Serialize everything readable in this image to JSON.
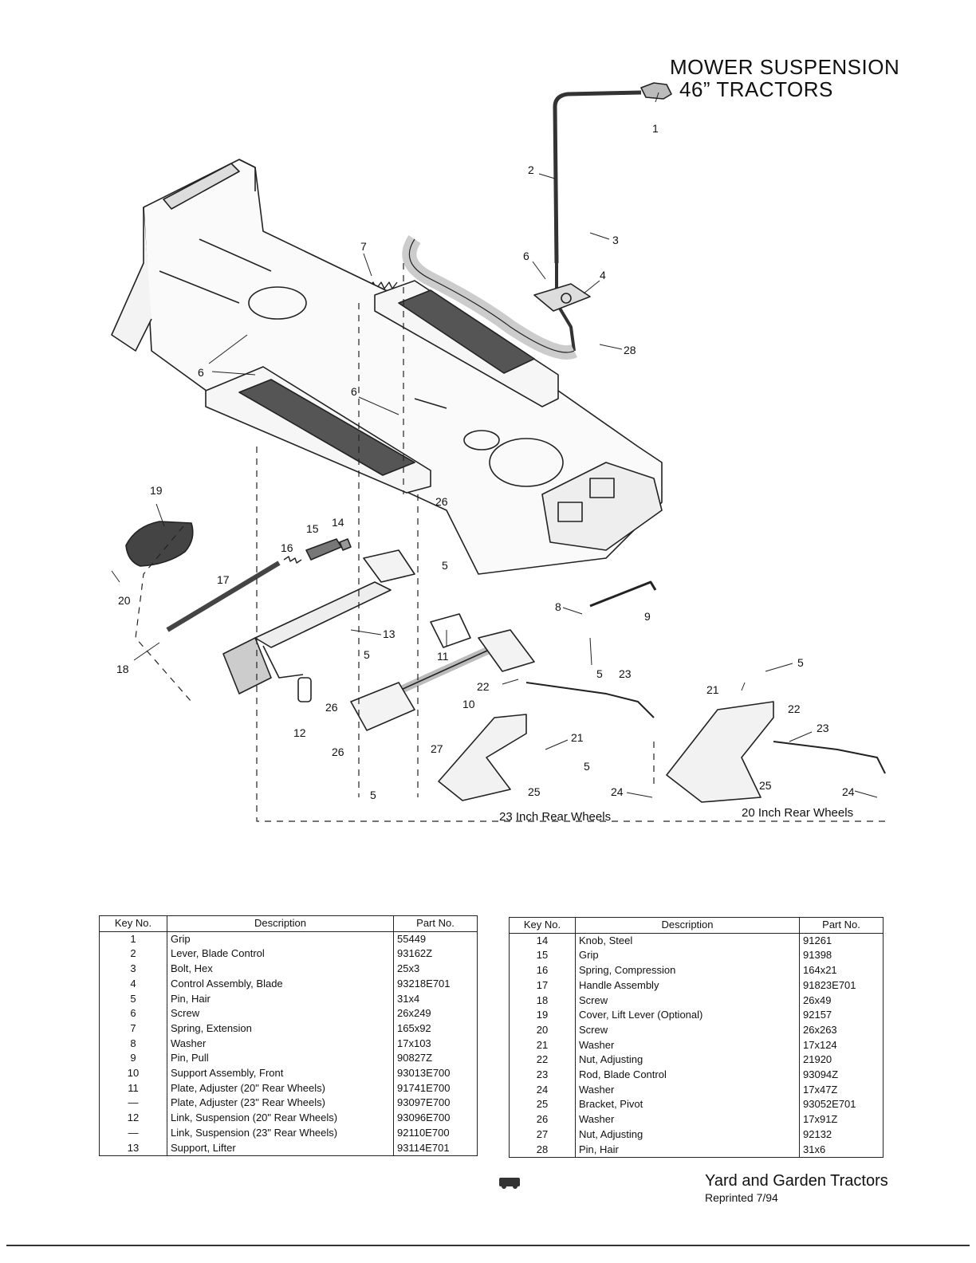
{
  "title": {
    "line1": "MOWER SUSPENSION",
    "line2": "46” TRACTORS"
  },
  "diagram": {
    "callouts": [
      "1",
      "2",
      "3",
      "4",
      "6",
      "28",
      "7",
      "6",
      "6",
      "19",
      "15",
      "14",
      "16",
      "17",
      "20",
      "18",
      "13",
      "26",
      "5",
      "11",
      "8",
      "9",
      "5",
      "5",
      "26",
      "12",
      "22",
      "23",
      "10",
      "27",
      "26",
      "5",
      "21",
      "5",
      "25",
      "24",
      "21",
      "22",
      "23",
      "25",
      "24",
      "5"
    ],
    "wheel_labels": {
      "rear23": "23 Inch Rear Wheels",
      "rear20": "20 Inch Rear Wheels"
    }
  },
  "parts_table_headers": {
    "key": "Key No.",
    "description": "Description",
    "part": "Part No."
  },
  "parts_left": [
    {
      "key": "1",
      "desc": "Grip",
      "part": "55449"
    },
    {
      "key": "2",
      "desc": "Lever, Blade Control",
      "part": "93162Z"
    },
    {
      "key": "3",
      "desc": "Bolt, Hex",
      "part": "25x3"
    },
    {
      "key": "4",
      "desc": "Control Assembly, Blade",
      "part": "93218E701"
    },
    {
      "key": "5",
      "desc": "Pin, Hair",
      "part": "31x4"
    },
    {
      "key": "6",
      "desc": "Screw",
      "part": "26x249"
    },
    {
      "key": "7",
      "desc": "Spring, Extension",
      "part": "165x92"
    },
    {
      "key": "8",
      "desc": "Washer",
      "part": "17x103"
    },
    {
      "key": "9",
      "desc": "Pin, Pull",
      "part": "90827Z"
    },
    {
      "key": "10",
      "desc": "Support Assembly, Front",
      "part": "93013E700"
    },
    {
      "key": "11",
      "desc": "Plate, Adjuster (20\" Rear Wheels)",
      "part": "91741E700"
    },
    {
      "key": "—",
      "desc": "Plate, Adjuster (23\" Rear Wheels)",
      "part": "93097E700"
    },
    {
      "key": "12",
      "desc": "Link, Suspension (20\" Rear Wheels)",
      "part": "93096E700"
    },
    {
      "key": "—",
      "desc": "Link, Suspension (23\" Rear Wheels)",
      "part": "92110E700"
    },
    {
      "key": "13",
      "desc": "Support, Lifter",
      "part": "93114E701"
    }
  ],
  "parts_right": [
    {
      "key": "14",
      "desc": "Knob, Steel",
      "part": "91261"
    },
    {
      "key": "15",
      "desc": "Grip",
      "part": "91398"
    },
    {
      "key": "16",
      "desc": "Spring, Compression",
      "part": "164x21"
    },
    {
      "key": "17",
      "desc": "Handle Assembly",
      "part": "91823E701"
    },
    {
      "key": "18",
      "desc": "Screw",
      "part": "26x49"
    },
    {
      "key": "19",
      "desc": "Cover, Lift Lever (Optional)",
      "part": "92157"
    },
    {
      "key": "20",
      "desc": "Screw",
      "part": "26x263"
    },
    {
      "key": "21",
      "desc": "Washer",
      "part": "17x124"
    },
    {
      "key": "22",
      "desc": "Nut, Adjusting",
      "part": "21920"
    },
    {
      "key": "23",
      "desc": "Rod, Blade Control",
      "part": "93094Z"
    },
    {
      "key": "24",
      "desc": "Washer",
      "part": "17x47Z"
    },
    {
      "key": "25",
      "desc": "Bracket, Pivot",
      "part": "93052E701"
    },
    {
      "key": "26",
      "desc": "Washer",
      "part": "17x91Z"
    },
    {
      "key": "27",
      "desc": "Nut, Adjusting",
      "part": "92132"
    },
    {
      "key": "28",
      "desc": "Pin, Hair",
      "part": "31x6"
    }
  ],
  "footer": {
    "brand": "Yard and Garden Tractors",
    "reprint": "Reprinted 7/94"
  }
}
